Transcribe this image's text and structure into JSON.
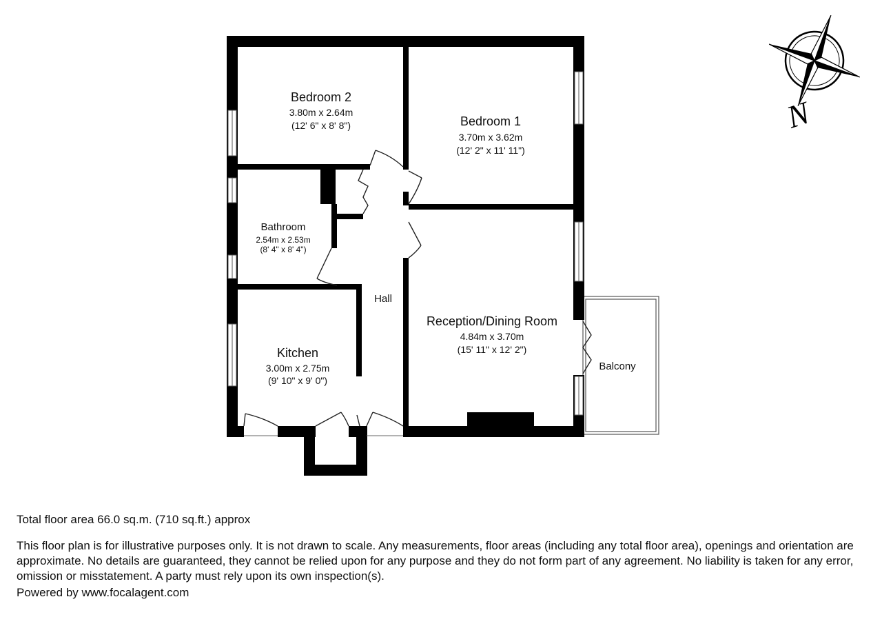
{
  "plan": {
    "rooms": [
      {
        "id": "bedroom-2",
        "name": "Bedroom 2",
        "dim_metric": "3.80m x 2.64m",
        "dim_imperial": "(12' 6\" x 8' 8\")"
      },
      {
        "id": "bedroom-1",
        "name": "Bedroom 1",
        "dim_metric": "3.70m x 3.62m",
        "dim_imperial": "(12' 2\" x 11' 11\")"
      },
      {
        "id": "bathroom",
        "name": "Bathroom",
        "dim_metric": "2.54m x 2.53m",
        "dim_imperial": "(8' 4\" x 8' 4\")"
      },
      {
        "id": "hall",
        "name": "Hall"
      },
      {
        "id": "kitchen",
        "name": "Kitchen",
        "dim_metric": "3.00m x 2.75m",
        "dim_imperial": "(9' 10\" x 9' 0\")"
      },
      {
        "id": "reception",
        "name": "Reception/Dining Room",
        "dim_metric": "4.84m x 3.70m",
        "dim_imperial": "(15' 11\" x 12' 2\")"
      },
      {
        "id": "balcony",
        "name": "Balcony"
      }
    ],
    "compass_label": "N"
  },
  "footer": {
    "total_area": "Total floor area 66.0 sq.m. (710 sq.ft.) approx",
    "disclaimer": "This floor plan is for illustrative purposes only. It is not drawn to scale. Any measurements, floor areas (including any total floor area), openings and orientation are approximate. No details are guaranteed, they cannot be relied upon for any purpose and they do not form part of any agreement. No liability is taken for any error, omission or misstatement. A party must rely upon its own inspection(s).",
    "powered_by": "Powered by www.focalagent.com"
  },
  "colors": {
    "wall": "#000000",
    "window": "#ffffff",
    "background": "#ffffff"
  }
}
